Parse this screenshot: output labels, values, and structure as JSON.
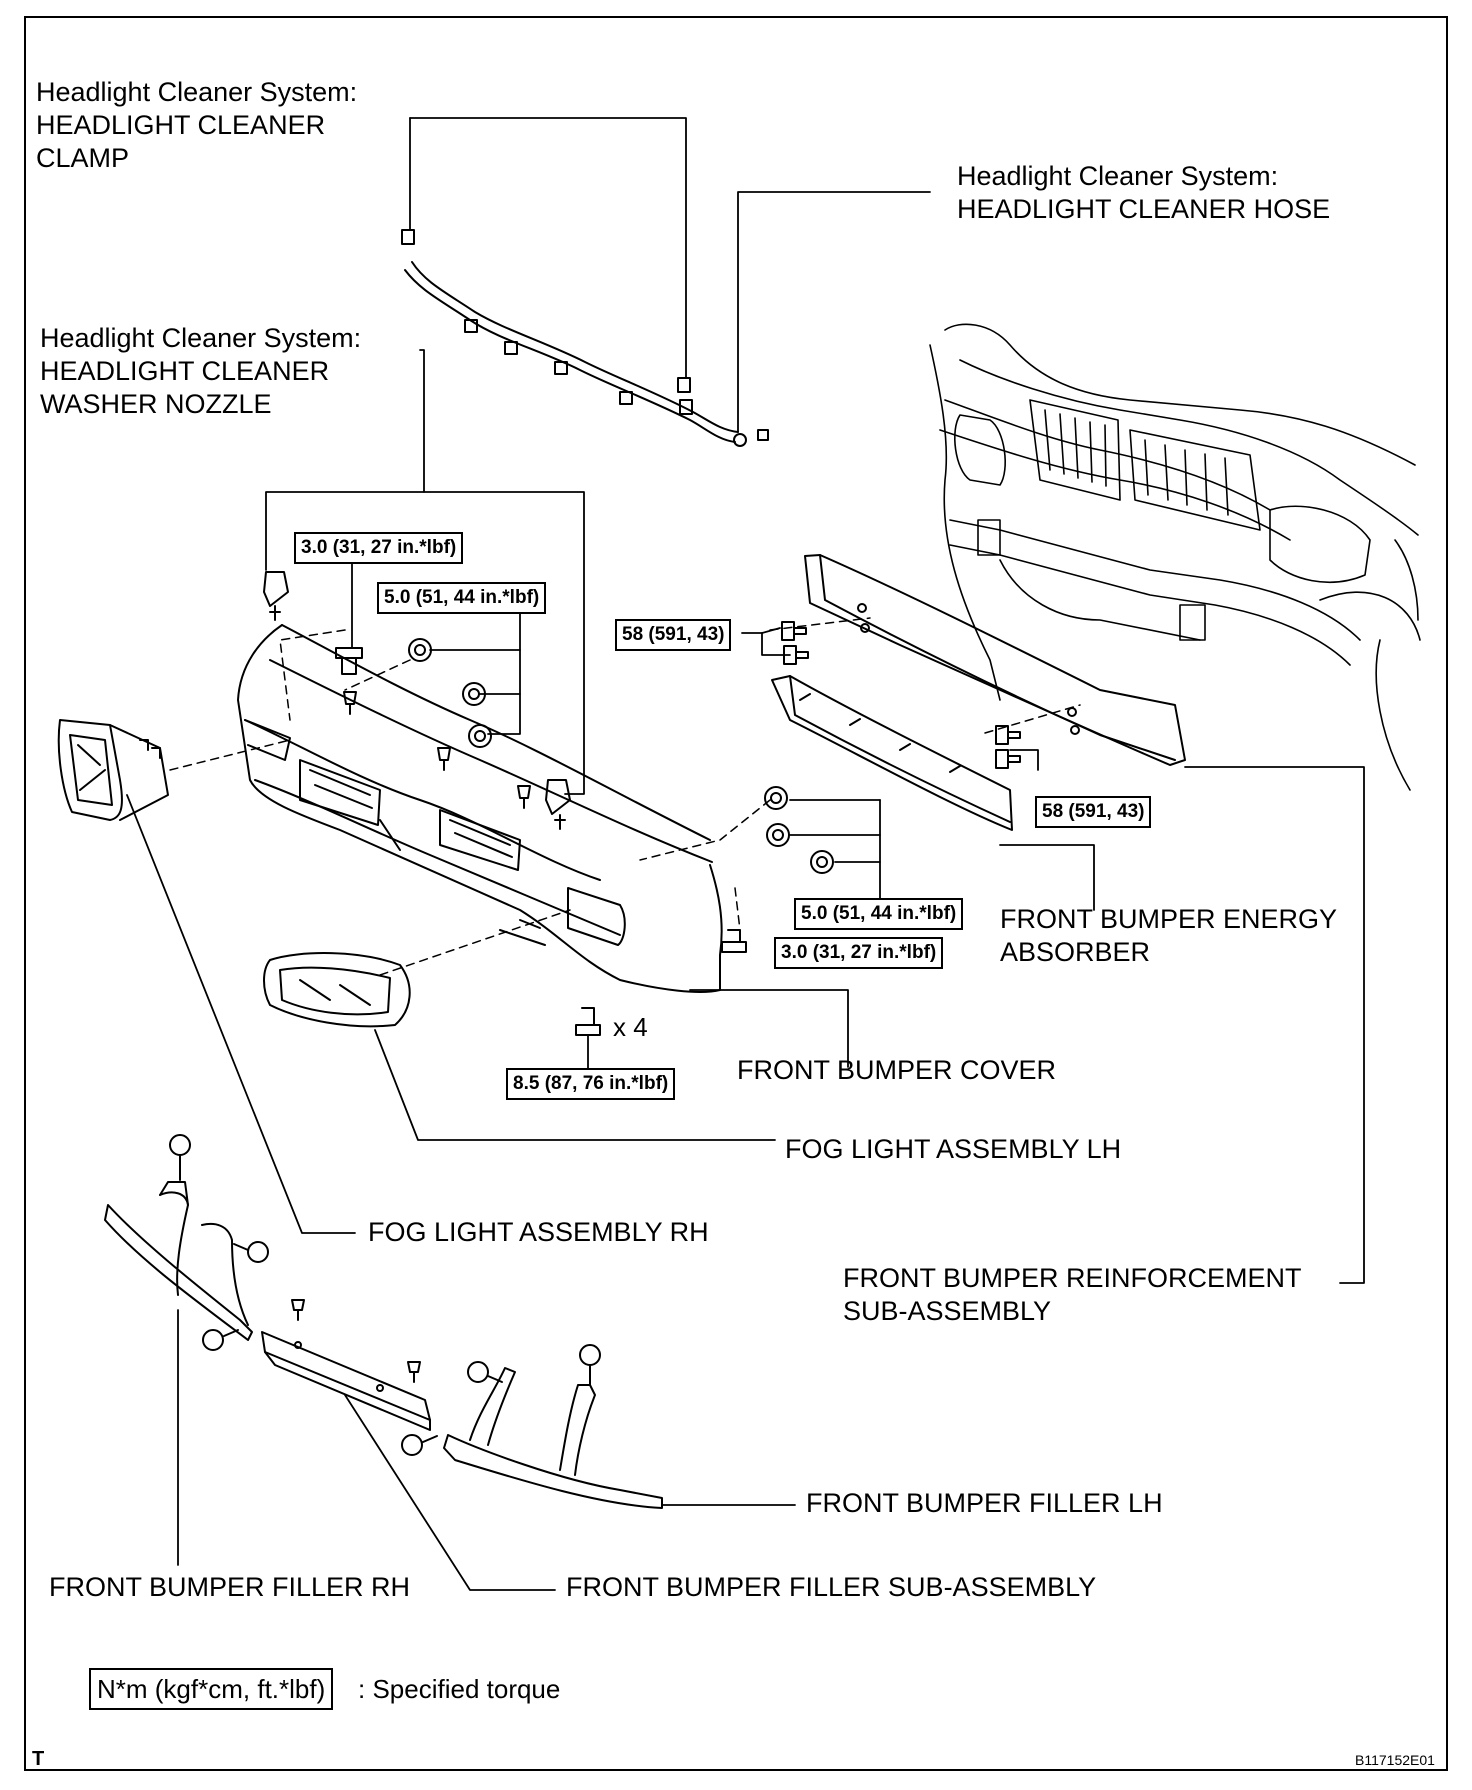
{
  "labels": {
    "clamp": [
      "Headlight Cleaner System:",
      "HEADLIGHT CLEANER",
      "CLAMP"
    ],
    "hose": [
      "Headlight Cleaner System:",
      "HEADLIGHT CLEANER HOSE"
    ],
    "nozzle": [
      "Headlight Cleaner System:",
      "HEADLIGHT CLEANER",
      "WASHER NOZZLE"
    ],
    "energy_absorber": [
      "FRONT BUMPER ENERGY",
      "ABSORBER"
    ],
    "bumper_cover": "FRONT BUMPER COVER",
    "fog_lh": "FOG LIGHT ASSEMBLY LH",
    "fog_rh": "FOG LIGHT ASSEMBLY RH",
    "reinforcement": [
      "FRONT BUMPER REINFORCEMENT",
      "SUB-ASSEMBLY"
    ],
    "filler_lh": "FRONT BUMPER FILLER LH",
    "filler_rh": "FRONT BUMPER FILLER RH",
    "filler_sub": "FRONT BUMPER FILLER SUB-ASSEMBLY"
  },
  "torques": {
    "nozzle_bolt": "3.0 (31, 27 in.*lbf)",
    "upper_nuts": "5.0 (51, 44 in.*lbf)",
    "reinf_upper": "58 (591, 43)",
    "reinf_lower": "58 (591, 43)",
    "right_nuts": "5.0 (51, 44 in.*lbf)",
    "right_bolt": "3.0 (31, 27 in.*lbf)",
    "lower_bolt": "8.5 (87, 76 in.*lbf)"
  },
  "quantity": "x 4",
  "legend": {
    "box": "N*m (kgf*cm, ft.*lbf)",
    "text": ": Specified torque"
  },
  "corner_letter": "T",
  "figure_id": "B117152E01"
}
